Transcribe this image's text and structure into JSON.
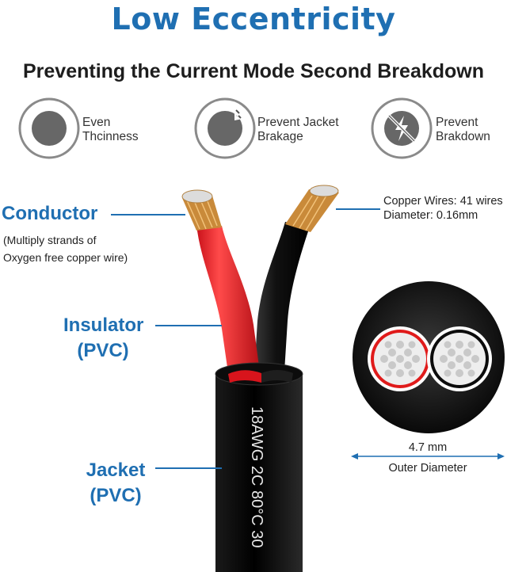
{
  "title": "Low Eccentricity",
  "subtitle": "Preventing the Current Mode Second Breakdown",
  "features": [
    {
      "icon": "even-thickness-icon",
      "line1": "Even",
      "line2": "Thcinness"
    },
    {
      "icon": "prevent-jacket-brakage-icon",
      "line1": "Prevent Jacket",
      "line2": "Brakage"
    },
    {
      "icon": "prevent-breakdown-icon",
      "line1": "Prevent",
      "line2": "Brakdown"
    }
  ],
  "conductor": {
    "title": "Conductor",
    "note_line1": "(Multiply strands of",
    "note_line2": "Oxygen free copper wire)"
  },
  "insulator": {
    "title_line1": "Insulator",
    "title_line2": "(PVC)"
  },
  "jacket": {
    "title_line1": "Jacket",
    "title_line2": "(PVC)"
  },
  "copper_spec": {
    "line1": "Copper Wires: 41 wires",
    "line2": "Diameter: 0.16mm"
  },
  "cable_print": "18AWG  2C 80°C 30",
  "diameter": {
    "value": "4.7 mm",
    "label": "Outer Diameter"
  },
  "colors": {
    "accent": "#1f6fb2",
    "red_wire": "#e01b1b",
    "black": "#111111",
    "copper": "#c98a3a"
  }
}
